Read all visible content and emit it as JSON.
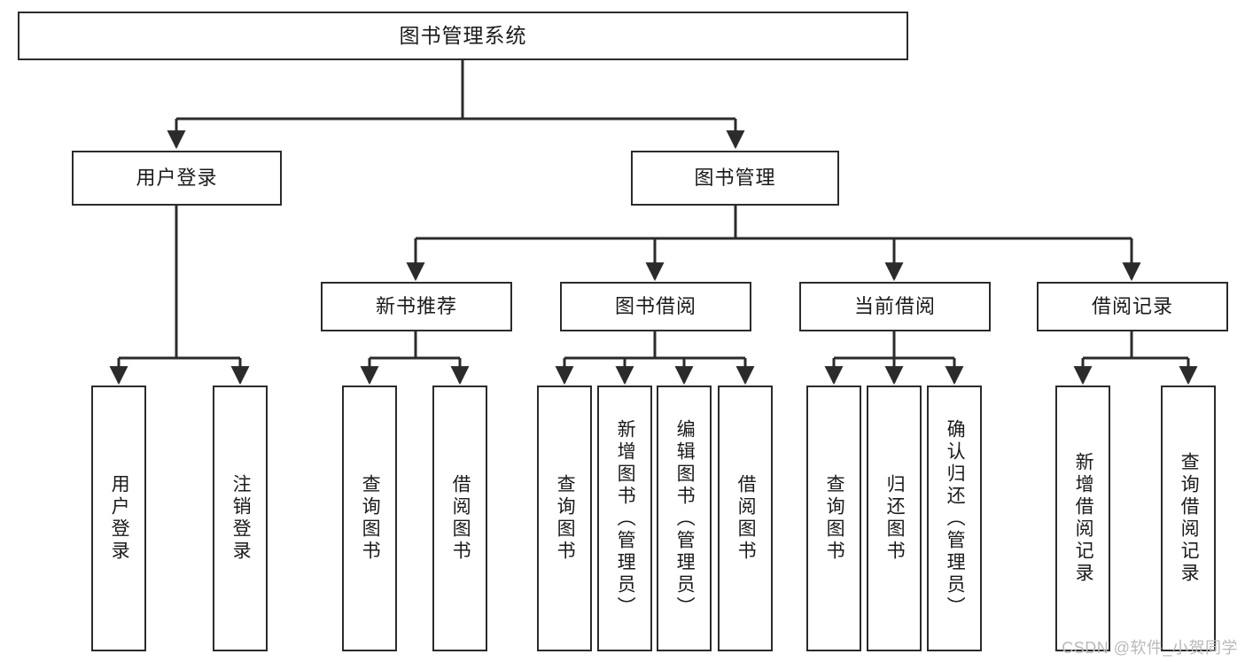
{
  "diagram": {
    "title_node": {
      "label": "图书管理系统"
    },
    "level2": [
      {
        "id": "user-login",
        "label": "用户登录"
      },
      {
        "id": "book-management",
        "label": "图书管理"
      }
    ],
    "level3": [
      {
        "id": "new-book-recommend",
        "label": "新书推荐"
      },
      {
        "id": "book-borrow",
        "label": "图书借阅"
      },
      {
        "id": "current-borrow",
        "label": "当前借阅"
      },
      {
        "id": "borrow-record",
        "label": "借阅记录"
      }
    ],
    "leaves": [
      {
        "id": "leaf-user-login",
        "label": "用户登录"
      },
      {
        "id": "leaf-logout-login",
        "label": "注销登录"
      },
      {
        "id": "leaf-query-book-1",
        "label": "查询图书"
      },
      {
        "id": "leaf-borrow-book-1",
        "label": "借阅图书"
      },
      {
        "id": "leaf-query-book-2",
        "label": "查询图书"
      },
      {
        "id": "leaf-add-book",
        "label": "新增图书（管理员）"
      },
      {
        "id": "leaf-edit-book",
        "label": "编辑图书（管理员）"
      },
      {
        "id": "leaf-borrow-book-2",
        "label": "借阅图书"
      },
      {
        "id": "leaf-query-book-3",
        "label": "查询图书"
      },
      {
        "id": "leaf-return-book",
        "label": "归还图书"
      },
      {
        "id": "leaf-confirm-return",
        "label": "确认归还（管理员）"
      },
      {
        "id": "leaf-add-borrow-record",
        "label": "新增借阅记录"
      },
      {
        "id": "leaf-query-borrow-record",
        "label": "查询借阅记录"
      }
    ],
    "watermark": "CSDN @软件_小贺同学",
    "colors": {
      "stroke": "#2b2b2b",
      "fill": "#ffffff",
      "text": "#1a1a1a",
      "watermark": "#b9b9b9"
    }
  }
}
